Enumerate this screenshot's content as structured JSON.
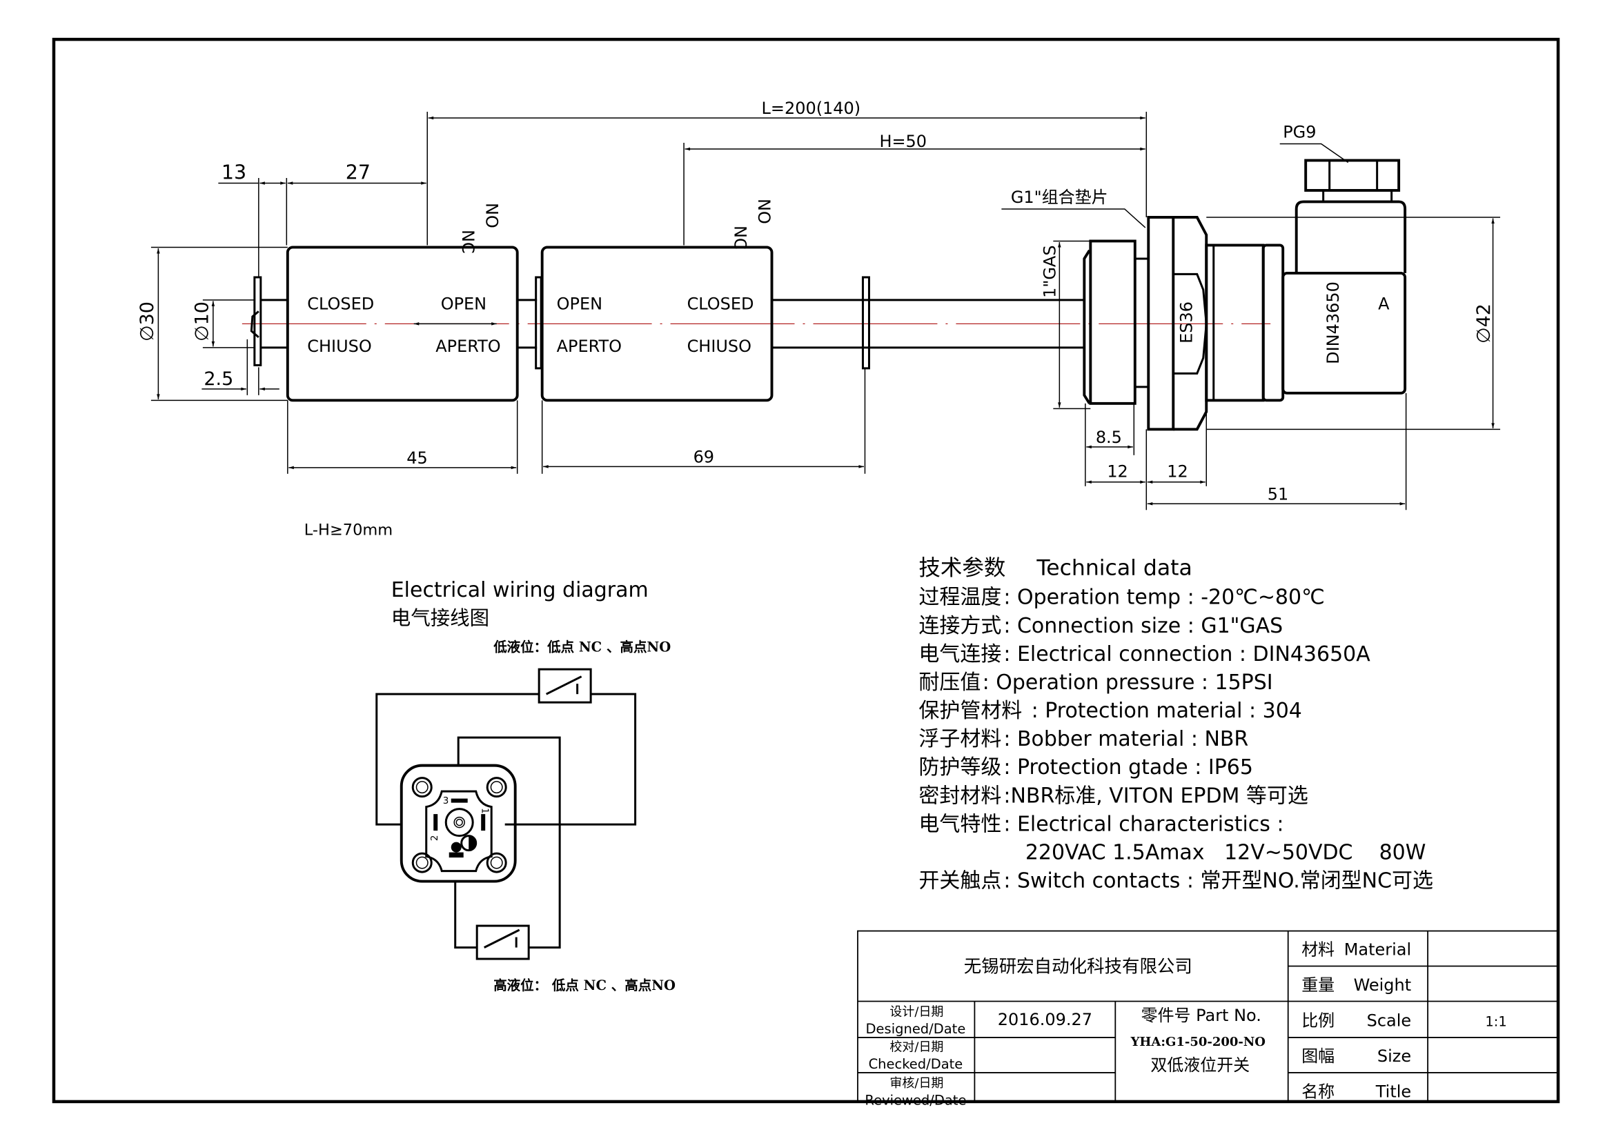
{
  "drawing": {
    "top_dims": {
      "L": "L=200(140)",
      "H": "H=50",
      "d13": "13",
      "d27": "27",
      "d45": "45",
      "d69": "69",
      "d2_5": "2.5",
      "dia30": "∅30",
      "dia10": "∅10",
      "dia42": "∅42",
      "d8_5": "8.5",
      "d12a": "12",
      "d12b": "12",
      "d51": "51"
    },
    "float1": {
      "contact_top": [
        "NC",
        "NO"
      ],
      "left_top": "CLOSED",
      "right_top": "OPEN",
      "left_bottom": "CHIUSO",
      "right_bottom": "APERTO"
    },
    "float2": {
      "contact_top": [
        "NC",
        "NO"
      ],
      "left_top": "OPEN",
      "right_top": "CLOSED",
      "left_bottom": "APERTO",
      "right_bottom": "CHIUSO"
    },
    "fitting": {
      "gasket_label": "G1\"组合垫片",
      "thread_label": "1\"GAS",
      "hex_label": "ES36",
      "connector_label": "DIN43650",
      "connector_type": "A",
      "gland_label": "PG9"
    },
    "note": "L-H≥70mm"
  },
  "wiring": {
    "title_en": "Electrical wiring diagram",
    "title_cn": "电气接线图",
    "low_level_caption": "低液位：低点 NC 、高点NO",
    "high_level_caption": "高液位： 低点 NC 、高点NO",
    "pins": [
      "1",
      "2",
      "3"
    ]
  },
  "tech_data": {
    "heading_cn": "技术参数",
    "heading_en": "Technical data",
    "rows": [
      {
        "cn": "过程温度",
        "en": ": Operation temp : -20℃~80℃"
      },
      {
        "cn": "连接方式",
        "en": ": Connection size : G1\"GAS"
      },
      {
        "cn": "电气连接",
        "en": ": Electrical connection : DIN43650A"
      },
      {
        "cn": "耐压值",
        "en": ": Operation pressure : 15PSI"
      },
      {
        "cn": "保护管材料",
        "en": " : Protection material : 304"
      },
      {
        "cn": "浮子材料",
        "en": ": Bobber material : NBR"
      },
      {
        "cn": "防护等级",
        "en": ": Protection gtade : IP65"
      },
      {
        "cn": "密封材料",
        "en": ":NBR标准, VITON EPDM 等可选"
      },
      {
        "cn": "电气特性",
        "en": ": Electrical characteristics :"
      },
      {
        "cn": "",
        "en": "220VAC 1.5Amax   12V~50VDC    80W"
      },
      {
        "cn": "开关触点",
        "en": ": Switch contacts : 常开型NO.常闭型NC可选"
      }
    ]
  },
  "title_block": {
    "company": "无锡研宏自动化科技有限公司",
    "designed_cn": "设计/日期",
    "designed_en": "Designed/Date",
    "designed_value": "2016.09.27",
    "checked_cn": "校对/日期",
    "checked_en": "Checked/Date",
    "checked_value": "",
    "reviewed_cn": "审核/日期",
    "reviewed_en": "Reviewed/Date",
    "reviewed_value": "",
    "part_no_label": "零件号 Part No.",
    "part_no": "YHA:G1-50-200-NO",
    "part_name": "双低液位开关",
    "props": [
      {
        "cn": "材料",
        "en": "Material",
        "value": ""
      },
      {
        "cn": "重量",
        "en": "Weight",
        "value": ""
      },
      {
        "cn": "比例",
        "en": "Scale",
        "value": "1:1"
      },
      {
        "cn": "图幅",
        "en": "Size",
        "value": ""
      },
      {
        "cn": "名称",
        "en": "Title",
        "value": ""
      }
    ]
  }
}
